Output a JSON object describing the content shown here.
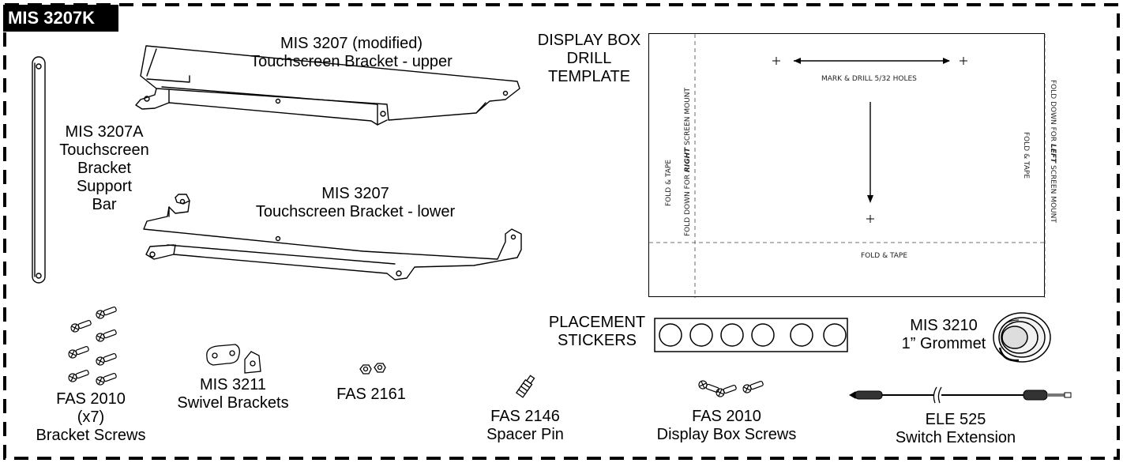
{
  "kit_id": "MIS 3207K",
  "labels": {
    "upper_bracket": [
      "MIS 3207 (modified)",
      "Touchscreen Bracket - upper"
    ],
    "support_bar": [
      "MIS 3207A",
      "Touchscreen",
      "Bracket",
      "Support",
      "Bar"
    ],
    "lower_bracket": [
      "MIS 3207",
      "Touchscreen Bracket - lower"
    ],
    "drill_template": [
      "DISPLAY BOX",
      "DRILL",
      "TEMPLATE"
    ],
    "bracket_screws": [
      "FAS 2010",
      "(x7)",
      "Bracket Screws"
    ],
    "swivel_brackets": [
      "MIS 3211",
      "Swivel Brackets"
    ],
    "nuts": [
      "FAS 2161"
    ],
    "spacer_pin": [
      "FAS 2146",
      "Spacer Pin"
    ],
    "placement_stickers": [
      "PLACEMENT",
      "STICKERS"
    ],
    "display_box_screws": [
      "FAS 2010",
      "Display Box Screws"
    ],
    "grommet": [
      "MIS 3210",
      "1” Grommet"
    ],
    "switch_extension": [
      "ELE 525",
      "Switch Extension"
    ]
  },
  "template": {
    "mark_drill": "MARK & DRILL 5/32 HOLES",
    "fold_tape_left": "FOLD & TAPE",
    "fold_down_right_prefix": "FOLD DOWN FOR ",
    "fold_down_right_emph": "RIGHT",
    "fold_down_right_suffix": " SCREEN MOUNT",
    "fold_down_left_prefix": "FOLD DOWN FOR ",
    "fold_down_left_emph": "LEFT",
    "fold_down_left_suffix": " SCREEN MOUNT",
    "fold_tape_right": "FOLD & TAPE",
    "fold_tape_bottom": "FOLD & TAPE"
  },
  "sticker_count": 6
}
